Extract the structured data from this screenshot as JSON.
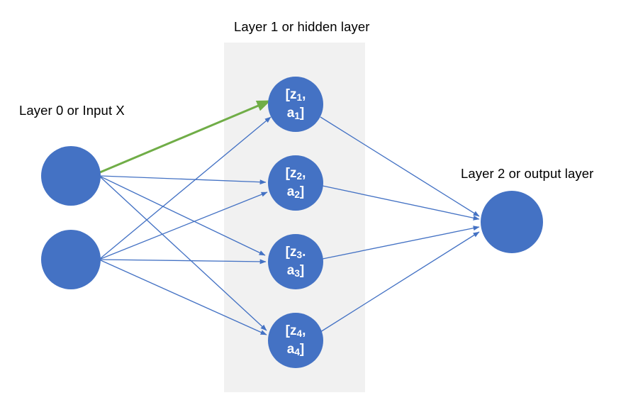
{
  "diagram": {
    "title_visible": false,
    "background_color": "#ffffff",
    "node_color": "#4472c4",
    "edge_color": "#4472c4",
    "highlight_edge_color": "#70ad47",
    "panel_color": "#f1f1f1",
    "text_color": "#000000",
    "node_text_color": "#ffffff"
  },
  "labels": {
    "input_layer": "Layer 0 or Input X",
    "hidden_layer": "Layer 1 or hidden layer",
    "output_layer": "Layer 2 or output layer"
  },
  "layers": {
    "input": {
      "name": "Layer 0 or Input X",
      "nodes": [
        {
          "id": "input-node-1",
          "label": ""
        },
        {
          "id": "input-node-2",
          "label": ""
        }
      ]
    },
    "hidden": {
      "name": "Layer 1 or hidden layer",
      "nodes": [
        {
          "id": "hidden-node-1",
          "line1": "[z",
          "sub1": "1",
          "sep": ",",
          "line2": "a",
          "sub2": "1",
          "close": "]"
        },
        {
          "id": "hidden-node-2",
          "line1": "[z",
          "sub1": "2",
          "sep": ",",
          "line2": "a",
          "sub2": "2",
          "close": "]"
        },
        {
          "id": "hidden-node-3",
          "line1": "[z",
          "sub1": "3",
          "sep": ".",
          "line2": "a",
          "sub2": "3",
          "close": "]"
        },
        {
          "id": "hidden-node-4",
          "line1": "[z",
          "sub1": "4",
          "sep": ",",
          "line2": "a",
          "sub2": "4",
          "close": "]"
        }
      ]
    },
    "output": {
      "name": "Layer 2 or output layer",
      "nodes": [
        {
          "id": "output-node-1",
          "label": ""
        }
      ]
    }
  },
  "edges": {
    "input_to_hidden_count": 8,
    "hidden_to_output_count": 4,
    "highlighted": {
      "from": "input-node-1",
      "to": "hidden-node-1",
      "color": "#70ad47"
    }
  }
}
